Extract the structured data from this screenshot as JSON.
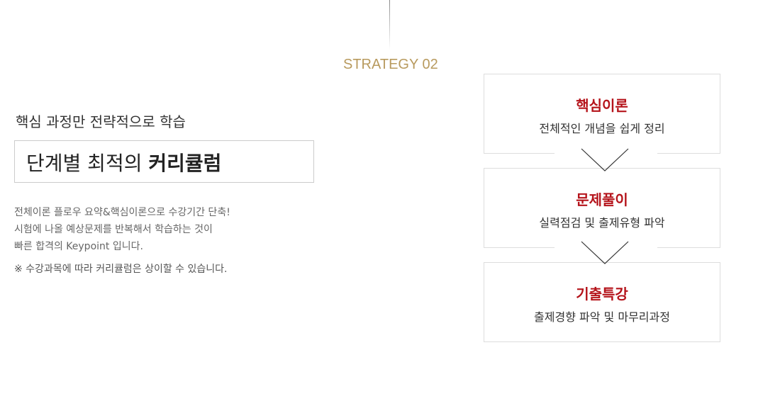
{
  "header": {
    "strategy_label": "STRATEGY 02"
  },
  "left": {
    "subtitle": "핵심 과정만 전략적으로 학습",
    "title_normal": "단계별 최적의 ",
    "title_bold": "커리큘럼",
    "desc_lines": [
      "전체이론 플로우 요약&핵심이론으로 수강기간 단축!",
      "시험에 나올 예상문제를 반복해서 학습하는 것이",
      "빠른 합격의 Keypoint 입니다."
    ],
    "note": "※ 수강과목에 따라 커리큘럼은 상이할 수 있습니다."
  },
  "steps": [
    {
      "title": "핵심이론",
      "desc": "전체적인 개념을 쉽게 정리"
    },
    {
      "title": "문제풀이",
      "desc": "실력점검 및 출제유형 파악"
    },
    {
      "title": "기출특강",
      "desc": "출제경향 파악 및 마무리과정"
    }
  ],
  "colors": {
    "accent_gold": "#b89a5e",
    "accent_red": "#b5141b"
  }
}
